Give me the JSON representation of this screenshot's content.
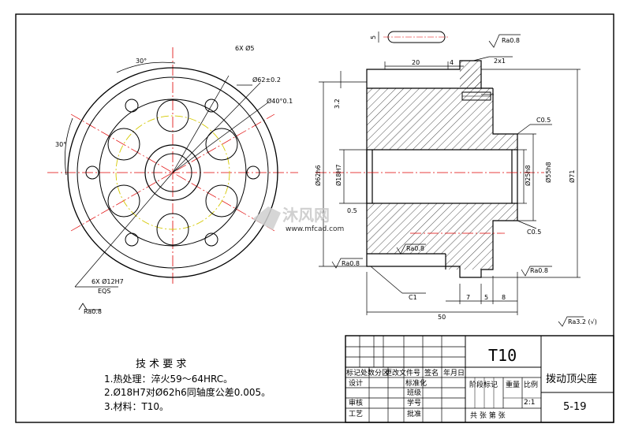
{
  "front_view": {
    "angle_top": "30°",
    "angle_left": "30°",
    "hole_callout_1": "Ø62±0.2",
    "hole_callout_2": "Ø40°0.1",
    "hole_callout_3": "6X Ø12H7",
    "hole_callout_3b": "EQS",
    "small_label_top": "6X Ø5",
    "roughness_left": "Ra0.8"
  },
  "section_view": {
    "dim_20": "20",
    "dim_4": "4",
    "dim_2x1": "2x1",
    "dim_3_2": "3.2",
    "dim_phi62h6": "Ø62h6",
    "dim_phi18h7": "Ø18H7",
    "dim_phi25h8": "Ø25h8",
    "dim_phi55h8": "Ø55h8",
    "dim_phi71": "Ø71",
    "dim_c05_top": "C0.5",
    "dim_c05_right": "C0.5",
    "dim_c1": "C1",
    "dim_05_left": "0.5",
    "dim_7": "7",
    "dim_5": "5",
    "dim_8": "8",
    "dim_50": "50",
    "dim_5_side": "5",
    "roughness_top": "Ra0.8",
    "roughness_left": "Ra0.8",
    "roughness_mid": "Ra0.8",
    "roughness_right": "Ra0.8",
    "roughness_general": "Ra3.2 (√)"
  },
  "requirements": {
    "title": "技 术 要 求",
    "item1": "1.热处理：淬火59～64HRC。",
    "item2": "2.Ø18H7对Ø62h6同轴度公差0.005。",
    "item3": "3.材料：T10。"
  },
  "title_block": {
    "material": "T10",
    "part_name": "拨动顶尖座",
    "drawing_no": "5-19",
    "hdr_mark": "标记",
    "hdr_count": "处数",
    "hdr_zone": "分区",
    "hdr_doc": "更改文件号",
    "hdr_sign": "签名",
    "hdr_date": "年月日",
    "design": "设计",
    "standard": "标准化",
    "review": "审核",
    "process": "工艺",
    "class": "班级",
    "student_no": "学号",
    "approve": "批准",
    "stage_mark": "阶段标记",
    "weight": "重量",
    "scale_label": "比例",
    "scale_value": "2:1",
    "sheets": "共  张 第  张"
  },
  "watermark": {
    "name": "沐风网",
    "url": "www.mfcad.com"
  }
}
